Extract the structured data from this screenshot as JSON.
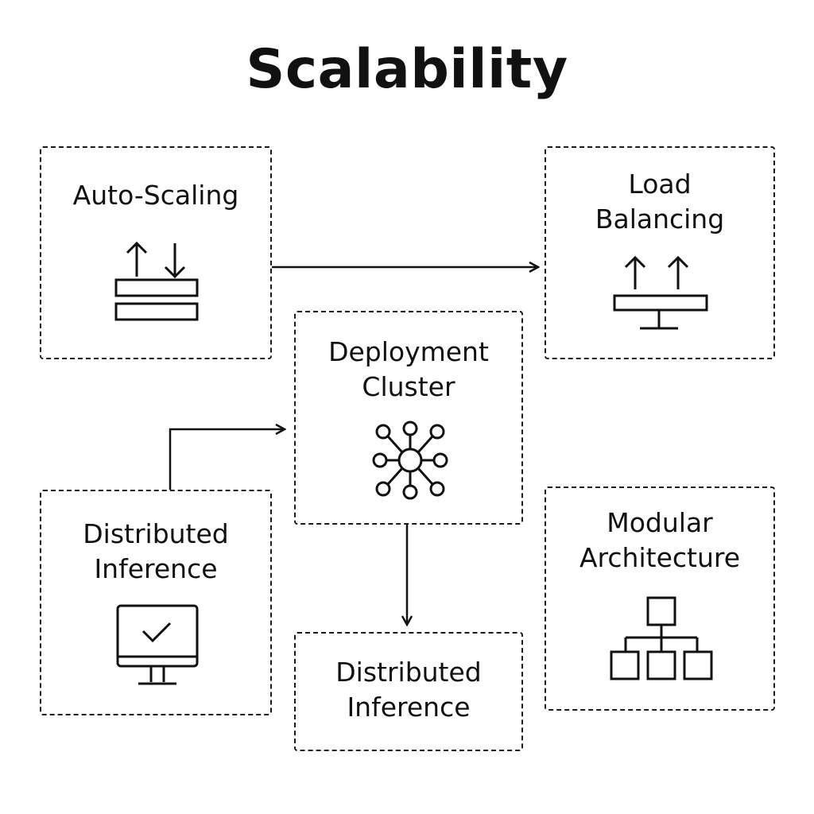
{
  "diagram": {
    "title": "Scalability",
    "nodes": {
      "auto_scaling": {
        "lines": [
          "Auto-Scaling"
        ],
        "icon": "scale-arrows-icon"
      },
      "load_balancing": {
        "lines": [
          "Load",
          "Balancing"
        ],
        "icon": "load-balancer-icon"
      },
      "deployment_cluster": {
        "lines": [
          "Deployment",
          "Cluster"
        ],
        "icon": "cluster-network-icon"
      },
      "distributed_inference_left": {
        "lines": [
          "Distributed",
          "Inference"
        ],
        "icon": "monitor-check-icon"
      },
      "distributed_inference_bottom": {
        "lines": [
          "Distributed",
          "Inference"
        ]
      },
      "modular_architecture": {
        "lines": [
          "Modular",
          "Architecture"
        ],
        "icon": "hierarchy-icon"
      }
    },
    "edges": [
      {
        "from": "auto_scaling",
        "to": "load_balancing"
      },
      {
        "from": "distributed_inference_left",
        "to": "deployment_cluster"
      },
      {
        "from": "deployment_cluster",
        "to": "distributed_inference_bottom"
      }
    ]
  }
}
